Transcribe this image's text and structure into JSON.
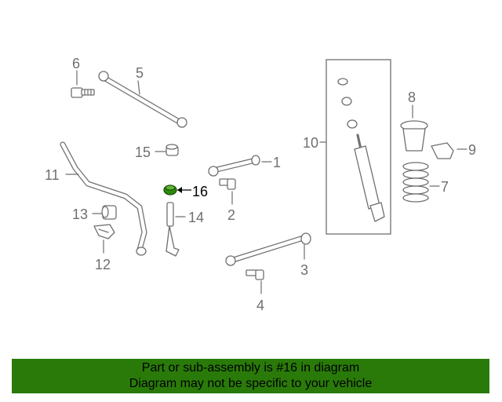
{
  "diagram": {
    "callouts": [
      "1",
      "2",
      "3",
      "4",
      "5",
      "6",
      "7",
      "8",
      "9",
      "10",
      "11",
      "12",
      "13",
      "14",
      "15",
      "16"
    ],
    "highlighted_part": "16",
    "colors": {
      "part_stroke": "#6f6f6f",
      "highlight_fill": "#2a8a0c",
      "banner_bg": "#2a7a0a"
    }
  },
  "banner": {
    "line1": "Part or sub-assembly is #16 in diagram",
    "line2": "Diagram may not be specific to your vehicle"
  }
}
